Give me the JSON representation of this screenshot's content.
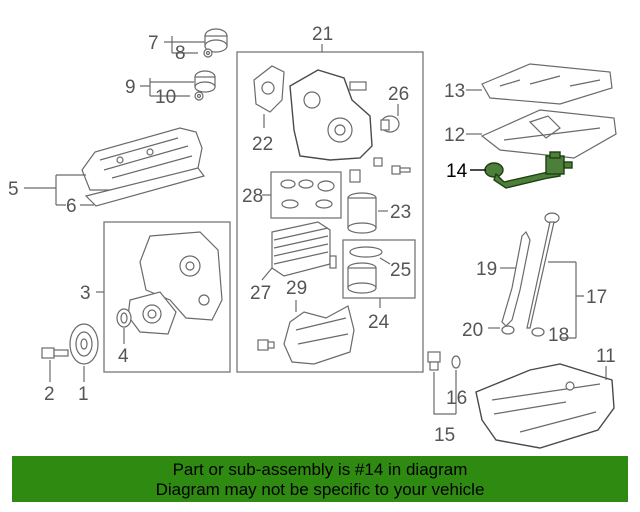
{
  "callouts": {
    "c1": "1",
    "c2": "2",
    "c3": "3",
    "c4": "4",
    "c5": "5",
    "c6": "6",
    "c7": "7",
    "c8": "8",
    "c9": "9",
    "c10": "10",
    "c11": "11",
    "c12": "12",
    "c13": "13",
    "c14": "14",
    "c15": "15",
    "c16": "16",
    "c17": "17",
    "c18": "18",
    "c19": "19",
    "c20": "20",
    "c21": "21",
    "c22": "22",
    "c23": "23",
    "c24": "24",
    "c25": "25",
    "c26": "26",
    "c27": "27",
    "c28": "28",
    "c29": "29"
  },
  "banner": {
    "line1": "Part or sub-assembly is #14 in diagram",
    "line2": "Diagram may not be specific to your vehicle"
  },
  "colors": {
    "banner_bg": "#2f8a12",
    "highlight_part": "#4c7f3a"
  }
}
